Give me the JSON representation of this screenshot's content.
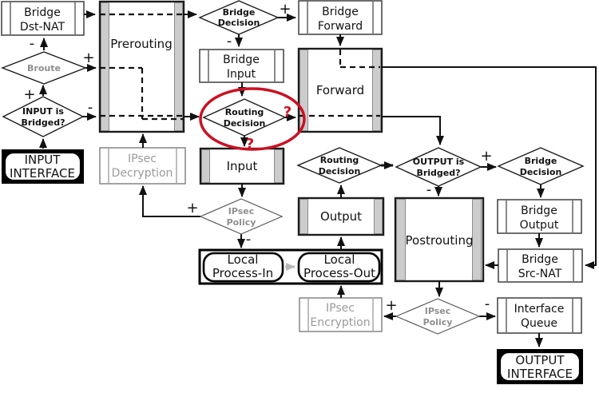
{
  "colors": {
    "highlight_red": "#cc1122",
    "gray_text": "#9a9a9a",
    "bar_fill": "#cccccc"
  },
  "nodes": {
    "bridge_dstnat": {
      "line1": "Bridge",
      "line2": "Dst-NAT"
    },
    "prerouting": {
      "line1": "Prerouting"
    },
    "bridge_decision_top": {
      "line1": "Bridge",
      "line2": "Decision"
    },
    "bridge_forward": {
      "line1": "Bridge",
      "line2": "Forward"
    },
    "broute": {
      "line1": "Broute"
    },
    "input_is_bridged": {
      "line1": "INPUT is",
      "line2": "Bridged?"
    },
    "bridge_input": {
      "line1": "Bridge",
      "line2": "Input"
    },
    "routing_decision_left": {
      "line1": "Routing",
      "line2": "Decision"
    },
    "forward": {
      "line1": "Forward"
    },
    "input_interface": {
      "line1": "INPUT",
      "line2": "INTERFACE"
    },
    "ipsec_decryption": {
      "line1": "IPsec",
      "line2": "Decryption"
    },
    "input": {
      "line1": "Input"
    },
    "ipsec_policy_in": {
      "line1": "IPsec",
      "line2": "Policy"
    },
    "local_process_in": {
      "line1": "Local",
      "line2": "Process-In"
    },
    "local_process_out": {
      "line1": "Local",
      "line2": "Process-Out"
    },
    "routing_decision_right": {
      "line1": "Routing",
      "line2": "Decision"
    },
    "output": {
      "line1": "Output"
    },
    "output_is_bridged": {
      "line1": "OUTPUT is",
      "line2": "Bridged?"
    },
    "bridge_decision_right": {
      "line1": "Bridge",
      "line2": "Decision"
    },
    "postrouting": {
      "line1": "Postrouting"
    },
    "bridge_output": {
      "line1": "Bridge",
      "line2": "Output"
    },
    "bridge_srcnat": {
      "line1": "Bridge",
      "line2": "Src-NAT"
    },
    "ipsec_encryption": {
      "line1": "IPsec",
      "line2": "Encryption"
    },
    "ipsec_policy_out": {
      "line1": "IPsec",
      "line2": "Policy"
    },
    "interface_queue": {
      "line1": "Interface",
      "line2": "Queue"
    },
    "output_interface": {
      "line1": "OUTPUT",
      "line2": "INTERFACE"
    }
  },
  "signs": {
    "plus": "+",
    "minus": "-"
  },
  "annotations": {
    "question_mark": "?"
  }
}
